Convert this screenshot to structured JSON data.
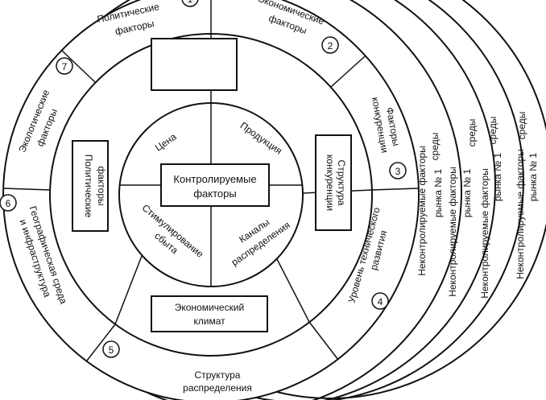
{
  "center": {
    "title": "Контролируемые факторы",
    "sectors": [
      "Цена",
      "Продукция",
      "Каналы распределения",
      "Стимулирование сбыта"
    ]
  },
  "middle_ring": {
    "top_box": "",
    "left_box": "Политические факторы",
    "right_box": "Структура конкуренции",
    "bottom_box": "Экономический климат"
  },
  "outer_ring": {
    "segments": [
      {
        "num": "1",
        "label": "Политические факторы"
      },
      {
        "num": "2",
        "label": "Экономические факторы"
      },
      {
        "num": "3",
        "label": "Факторы конкуренции"
      },
      {
        "num": "4",
        "label": "Уровень технического развития"
      },
      {
        "num": "5",
        "label": "Структура распределения"
      },
      {
        "num": "6",
        "label": "Географическая среда и инфраструктура"
      },
      {
        "num": "7",
        "label": "Экологические факторы"
      }
    ]
  },
  "uncontrolled_arcs": [
    "Неконтролируемые факторы среды рынка № 1",
    "Неконтролируемые факторы среды рынка № 1",
    "Неконтролируемые факторы среды рынка № 1",
    "Неконтролируемые факторы среды рынка № 1"
  ]
}
